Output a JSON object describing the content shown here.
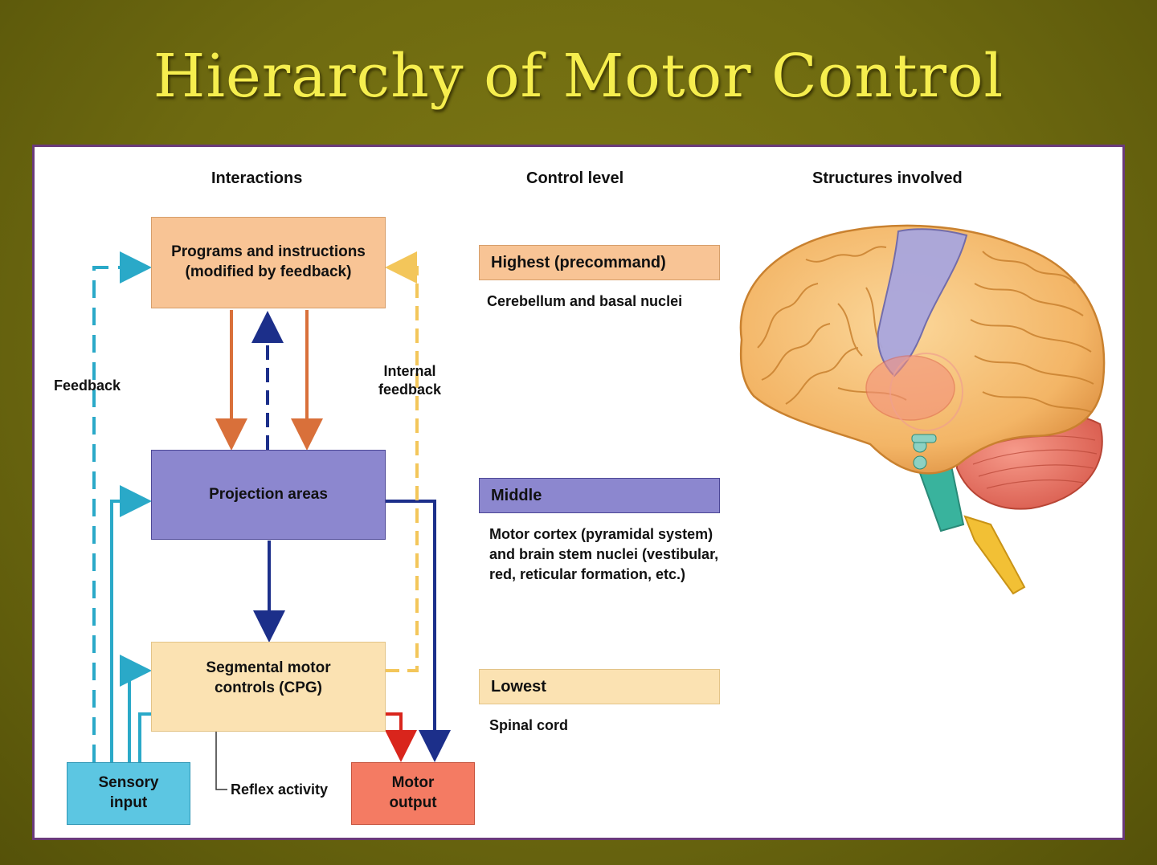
{
  "title": "Hierarchy of Motor Control",
  "headers": {
    "interactions": "Interactions",
    "control_level": "Control level",
    "structures": "Structures involved"
  },
  "boxes": {
    "programs": "Programs and instructions\n(modified by feedback)",
    "projection": "Projection areas",
    "segmental": "Segmental motor\ncontrols (CPG)",
    "sensory": "Sensory\ninput",
    "motor": "Motor\noutput"
  },
  "labels": {
    "feedback": "Feedback",
    "internal_feedback": "Internal\nfeedback",
    "reflex": "Reflex activity"
  },
  "levels": [
    {
      "name": "Highest (precommand)",
      "desc": "Cerebellum and basal nuclei"
    },
    {
      "name": "Middle",
      "desc": "Motor cortex (pyramidal system)\nand brain stem nuclei (vestibular,\nred, reticular formation, etc.)"
    },
    {
      "name": "Lowest",
      "desc": "Spinal cord"
    }
  ],
  "colors": {
    "background": "#6e6a10",
    "title": "#f6ee4e",
    "programs": "#f8c495",
    "projection": "#8c87cf",
    "segmental": "#fbe2b2",
    "sensory": "#5cc6e2",
    "motor": "#f47b63",
    "level_highest": "#f8c495",
    "level_middle": "#8c87cf",
    "level_lowest": "#fbe2b2",
    "arrow_orange": "#d9703a",
    "arrow_navy": "#1c2f8a",
    "arrow_teal": "#2aa9c8",
    "arrow_gold": "#f3c65a",
    "arrow_red": "#d9251c"
  },
  "brain_image": "brain-illustration"
}
